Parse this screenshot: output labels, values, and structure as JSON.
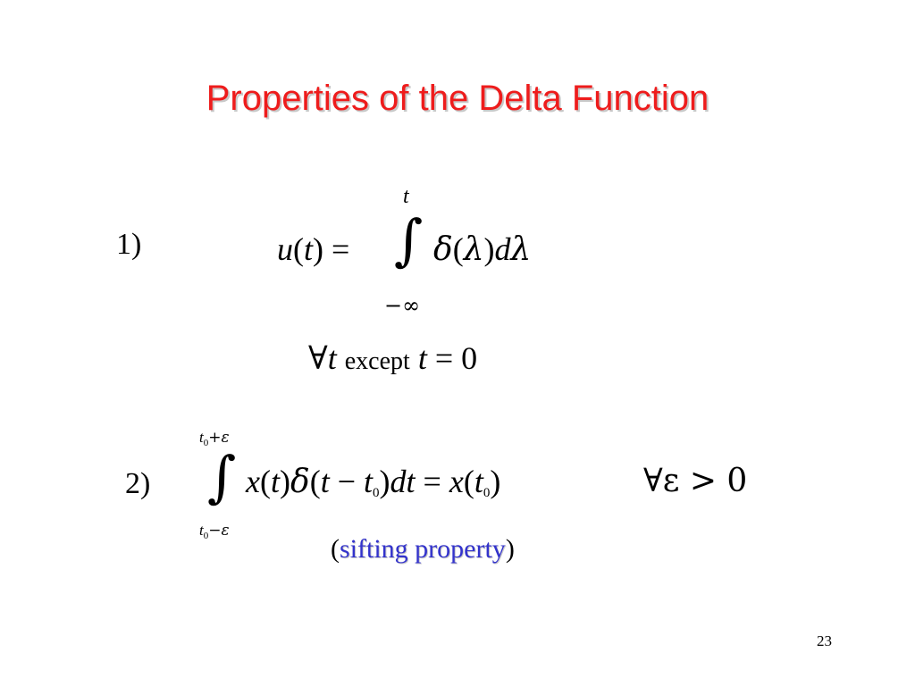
{
  "slide": {
    "title": "Properties of the Delta Function",
    "page_number": "23"
  },
  "property1": {
    "label": "1)",
    "lhs_fn": "u",
    "lhs_var": "t",
    "upper_limit": "t",
    "lower_limit": "−∞",
    "integrand_delta": "δ",
    "integrand_var": "λ",
    "differential": "d",
    "condition_symbol": "∀",
    "condition_var": "t",
    "condition_word": "except",
    "condition_value": "0"
  },
  "property2": {
    "label": "2)",
    "upper_limit_t": "t",
    "upper_limit_sub": "0",
    "upper_limit_rest": "+ε",
    "lower_limit_t": "t",
    "lower_limit_sub": "0",
    "lower_limit_rest": "−ε",
    "fn": "x",
    "var": "t",
    "delta": "δ",
    "t0_sub": "0",
    "dt": "dt",
    "condition": "∀ε > 0",
    "note": "sifting property"
  },
  "colors": {
    "title": "#ee1c1c",
    "note": "#3333cc"
  }
}
